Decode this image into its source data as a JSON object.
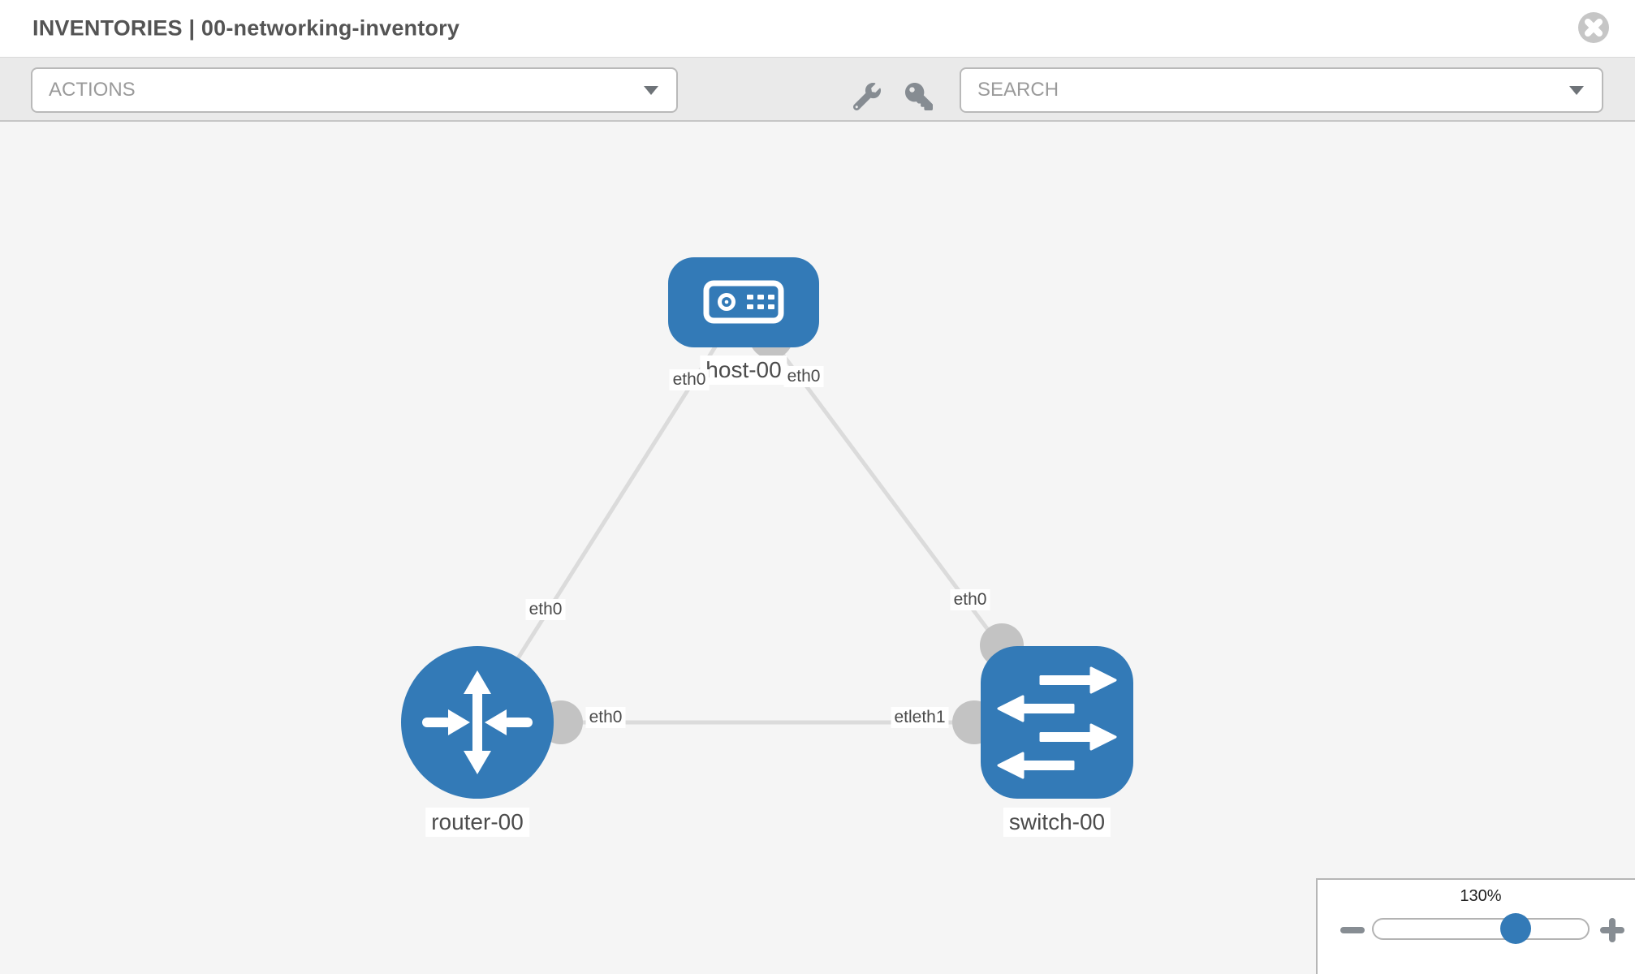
{
  "header": {
    "title": "INVENTORIES | 00-networking-inventory"
  },
  "toolbar": {
    "actions_label": "ACTIONS",
    "search_label": "SEARCH"
  },
  "icons": {
    "close": "circle-x",
    "wrench": "wrench",
    "key": "key",
    "actions_caret": "chevron-down",
    "search_caret": "chevron-down",
    "zoom_out": "minus",
    "zoom_in": "plus"
  },
  "topology": {
    "nodes": [
      {
        "label": "host-00",
        "type": "host",
        "shape": "rounded-rect"
      },
      {
        "label": "router-00",
        "type": "router",
        "shape": "circle"
      },
      {
        "label": "switch-00",
        "type": "switch",
        "shape": "rounded-square"
      }
    ],
    "links": [
      {
        "from": "host-00",
        "to": "router-00"
      },
      {
        "from": "host-00",
        "to": "switch-00"
      },
      {
        "from": "router-00",
        "to": "switch-00"
      }
    ],
    "iface_labels": [
      {
        "text": "eth0",
        "at": "host-left"
      },
      {
        "text": "eth0",
        "at": "host-right"
      },
      {
        "text": "eth0",
        "at": "router-top"
      },
      {
        "text": "eth0",
        "at": "router-right"
      },
      {
        "text": "etleth1",
        "at": "switch-left"
      },
      {
        "text": "eth0",
        "at": "switch-top"
      }
    ]
  },
  "zoom_panel": {
    "level": "130%"
  },
  "colors": {
    "node_blue": "#337ab7",
    "canvas_bg": "#f5f5f5",
    "toolbar_bg": "#eaeaea",
    "edge_gray": "#dbdbdb",
    "port_gray": "#c3c3c3",
    "icon_gray": "#868c92"
  }
}
